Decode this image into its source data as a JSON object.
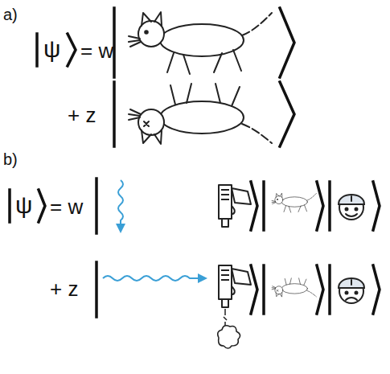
{
  "diagram": {
    "labels": [
      "a)",
      "ψ",
      "= w",
      "+ z",
      "b)",
      "ψ",
      "= w",
      "+ z"
    ]
  }
}
